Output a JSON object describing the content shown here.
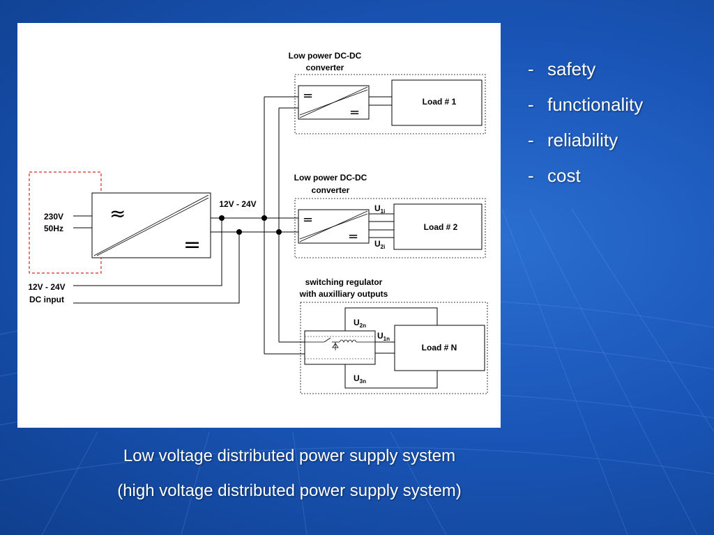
{
  "diagram": {
    "input_ac_voltage": "230V",
    "input_ac_freq": "50Hz",
    "input_dc_voltage": "12V - 24V",
    "input_dc_label": "DC input",
    "bus_voltage": "12V - 24V",
    "converter1_label_line1": "Low power DC-DC",
    "converter1_label_line2": "converter",
    "converter2_label_line1": "Low power DC-DC",
    "converter2_label_line2": "converter",
    "regulator_label_line1": "switching regulator",
    "regulator_label_line2": "with auxilliary outputs",
    "load1": "Load # 1",
    "load2": "Load # 2",
    "loadN": "Load # N",
    "u1i": "U",
    "u1i_sub": "1i",
    "u2i": "U",
    "u2i_sub": "2i",
    "u1n": "U",
    "u1n_sub": "1n",
    "u2n": "U",
    "u2n_sub": "2n",
    "u3n": "U",
    "u3n_sub": "3n",
    "symbol_ac": "≈",
    "symbol_dc": "="
  },
  "bullets": [
    "safety",
    "functionality",
    "reliability",
    "cost"
  ],
  "bullet_marker": "-",
  "caption": {
    "line1": "Low voltage distributed power supply system",
    "line2": "(high voltage distributed power supply system)"
  },
  "colors": {
    "background": "#1a56b8",
    "panel": "#ffffff",
    "dashed_red": "#e02020",
    "text_light": "#ffffff"
  }
}
